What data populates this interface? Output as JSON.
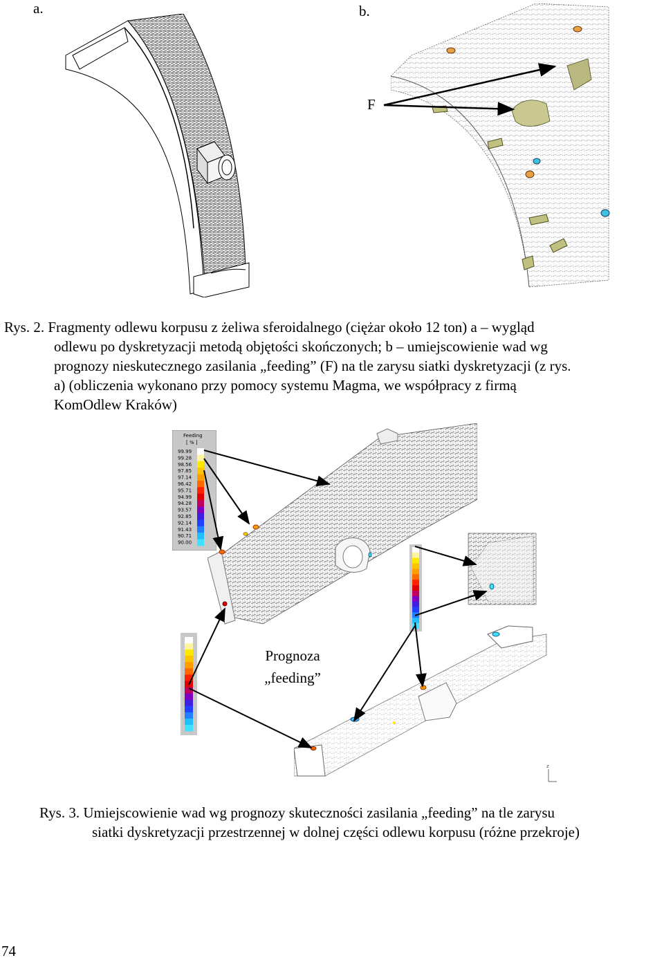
{
  "figure2": {
    "label_a": "a.",
    "label_b": "b.",
    "label_f": "F",
    "caption_lines": [
      "Rys.  2.  Fragmenty  odlewu  korpusu  z  żeliwa  sferoidalnego  (ciężar  około  12  ton)  a  –  wygląd",
      "odlewu po dyskretyzacji metodą objętości skończonych; b – umiejscowienie wad wg",
      "prognozy nieskutecznego zasilania „feeding” (F) na tle zarysu siatki dyskretyzacji (z rys.",
      "a)  (obliczenia  wykonano  przy  pomocy  systemu  Magma,  we  współpracy  z  firmą",
      "KomOdlew Kraków)"
    ]
  },
  "figure3": {
    "legend": {
      "title": "Feeding",
      "unit": "[ % ]",
      "values": [
        "99.99",
        "99.28",
        "98.56",
        "97.85",
        "97.14",
        "96.42",
        "95.71",
        "94.99",
        "94.28",
        "93.57",
        "92.85",
        "92.14",
        "91.43",
        "90.71",
        "90.00"
      ],
      "colors": [
        "#ffffff",
        "#fff5a0",
        "#ffe800",
        "#ffc400",
        "#ff9c00",
        "#ff6a00",
        "#ff2000",
        "#e00000",
        "#c00060",
        "#8000c0",
        "#4020e0",
        "#2040ff",
        "#2080ff",
        "#20c0ff",
        "#40e0ff"
      ]
    },
    "prognoza_line1": "Prognoza",
    "prognoza_line2": "„feeding”",
    "axis_label": "z",
    "caption_line1": "Rys. 3. Umiejscowienie wad wg prognozy skuteczności zasilania „feeding” na tle zarysu",
    "caption_line2": "siatki dyskretyzacji przestrzennej w dolnej części odlewu korpusu (różne przekroje)"
  },
  "page_number": "74"
}
